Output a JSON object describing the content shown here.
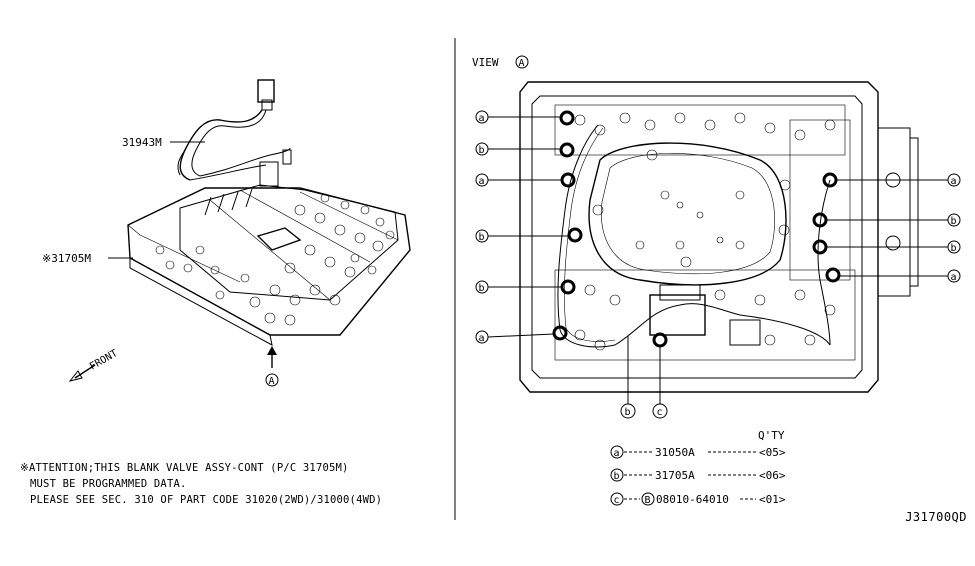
{
  "left_view": {
    "part_harness": "31943M",
    "part_valve_assy": "※31705M",
    "front_label": "FRONT",
    "view_marker": "A"
  },
  "right_view": {
    "view_title": "VIEW",
    "view_marker": "A",
    "callout_a": "a",
    "callout_b": "b",
    "callout_c": "c"
  },
  "legend": {
    "qty_header": "Q'TY",
    "rows": [
      {
        "key": "a",
        "part": "31050A",
        "qty": "<05>"
      },
      {
        "key": "b",
        "part": "31705A",
        "qty": "<06>"
      },
      {
        "key": "c",
        "bolt_prefix": "B",
        "part": "08010-64010",
        "qty": "<01>"
      }
    ]
  },
  "note": {
    "line1": "※ATTENTION;THIS BLANK VALVE ASSY-CONT (P/C 31705M)",
    "line2": "MUST BE PROGRAMMED DATA.",
    "line3": "PLEASE SEE SEC. 310 OF PART CODE 31020(2WD)/31000(4WD)"
  },
  "drawing_code": "J31700QD"
}
